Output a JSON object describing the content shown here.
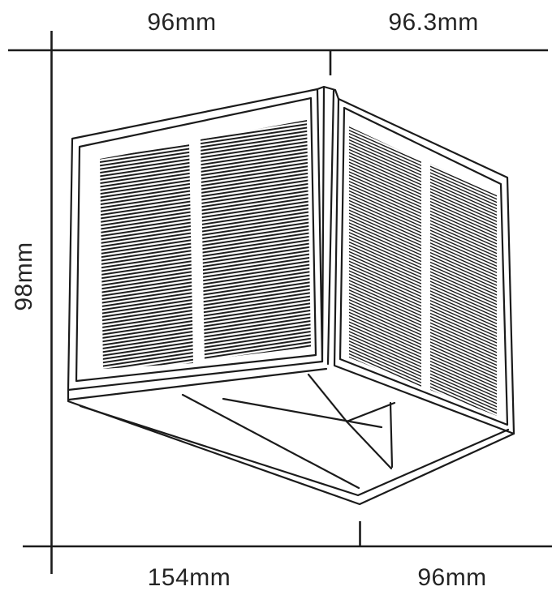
{
  "diagram": {
    "type": "product-dimension-drawing",
    "subject": "cubic wall lamp with hatched solar-panel faces, three-quarter view, open bottom with folded reflector",
    "colors": {
      "background": "#ffffff",
      "line": "#1b1b1b",
      "text": "#242424"
    },
    "labels": {
      "top_width": "96mm",
      "top_depth": "96.3mm",
      "height": "98mm",
      "bottom_width": "154mm",
      "bottom_depth": "96mm"
    }
  }
}
